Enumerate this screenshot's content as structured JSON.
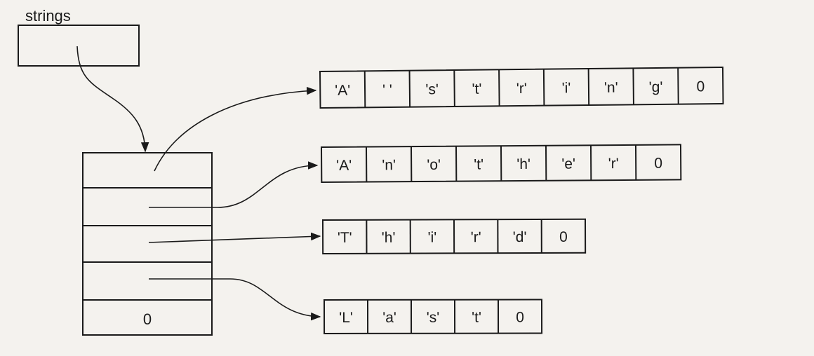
{
  "variable": {
    "label": "strings"
  },
  "pointer_array": {
    "terminator": "0"
  },
  "strings": [
    {
      "cells": [
        "'A'",
        "' '",
        "'s'",
        "'t'",
        "'r'",
        "'i'",
        "'n'",
        "'g'",
        "0"
      ]
    },
    {
      "cells": [
        "'A'",
        "'n'",
        "'o'",
        "'t'",
        "'h'",
        "'e'",
        "'r'",
        "0"
      ]
    },
    {
      "cells": [
        "'T'",
        "'h'",
        "'i'",
        "'r'",
        "'d'",
        "0"
      ]
    },
    {
      "cells": [
        "'L'",
        "'a'",
        "'s'",
        "'t'",
        "0"
      ]
    }
  ],
  "colors": {
    "ink": "#1a1a1a",
    "paper": "#f4f2ee"
  }
}
